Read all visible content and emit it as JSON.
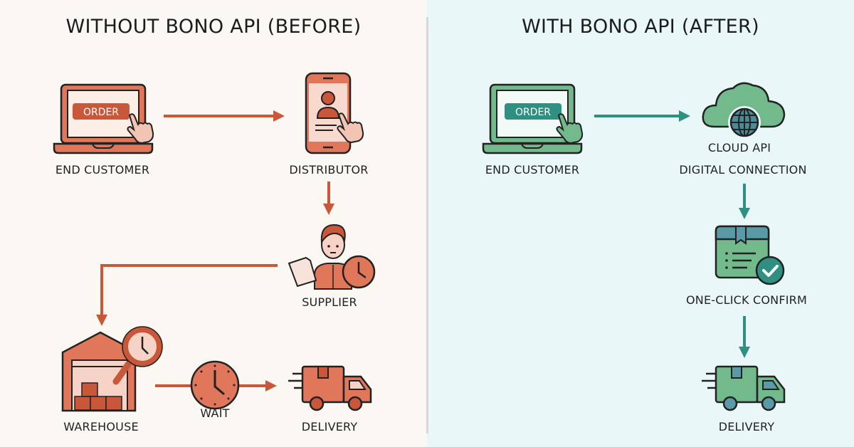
{
  "colors": {
    "before_accent": "#c9573a",
    "before_fill": "#e0765a",
    "before_light": "#f6d3c6",
    "after_accent": "#2f8f80",
    "after_fill": "#72b98c",
    "after_light": "#5a9aa6",
    "left_bg": "#fbf8f4",
    "right_bg": "#eaf7f9"
  },
  "before": {
    "title": "WITHOUT BONO API (BEFORE)",
    "nodes": {
      "end_customer": {
        "label": "END CUSTOMER",
        "icon": "laptop-order-icon",
        "button_text": "ORDER"
      },
      "distributor": {
        "label": "DISTRIBUTOR",
        "icon": "smartphone-user-icon"
      },
      "supplier": {
        "label": "SUPPLIER",
        "icon": "person-document-clock-icon"
      },
      "warehouse": {
        "label": "WAREHOUSE",
        "icon": "warehouse-magnifier-clock-icon"
      },
      "wait": {
        "label": "WAIT",
        "icon": "clock-icon"
      },
      "delivery": {
        "label": "DELIVERY",
        "icon": "delivery-truck-icon"
      }
    },
    "flow": [
      "END CUSTOMER",
      "DISTRIBUTOR",
      "SUPPLIER",
      "WAREHOUSE",
      "WAIT",
      "DELIVERY"
    ]
  },
  "after": {
    "title": "WITH BONO API (AFTER)",
    "nodes": {
      "end_customer": {
        "label": "END CUSTOMER",
        "icon": "laptop-order-icon",
        "button_text": "ORDER"
      },
      "cloud_api": {
        "label": "CLOUD API",
        "sublabel": "DIGITAL CONNECTION",
        "icon": "cloud-globe-icon"
      },
      "confirm": {
        "label": "ONE-CLICK CONFIRM",
        "icon": "package-check-icon"
      },
      "delivery": {
        "label": "DELIVERY",
        "icon": "delivery-truck-icon"
      }
    },
    "flow": [
      "END CUSTOMER",
      "CLOUD API",
      "ONE-CLICK CONFIRM",
      "DELIVERY"
    ]
  }
}
